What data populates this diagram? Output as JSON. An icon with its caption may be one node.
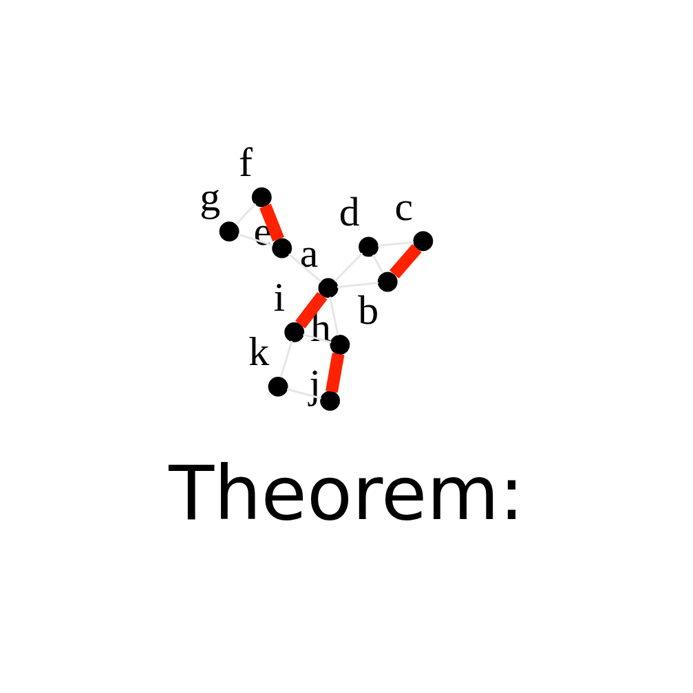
{
  "diagram": {
    "nodes": [
      {
        "text": [
          "a"
        ]
      },
      {
        "text": [
          "b"
        ]
      },
      {
        "text": [
          "c"
        ]
      },
      {
        "text": [
          "d"
        ]
      },
      {
        "text": [
          "e"
        ]
      },
      {
        "text": [
          "f"
        ]
      },
      {
        "text": [
          "g"
        ]
      },
      {
        "text": [
          "h"
        ]
      },
      {
        "text": [
          "i"
        ]
      },
      {
        "text": [
          "j"
        ]
      },
      {
        "text": [
          "k"
        ]
      }
    ],
    "edges": [
      {
        "from": 2,
        "to": 1,
        "arrow": "none",
        "style": "thick",
        "color": "#ff2200"
      },
      {
        "from": 2,
        "to": 3,
        "arrow": "none"
      },
      {
        "from": 3,
        "to": 1,
        "arrow": "none"
      },
      {
        "from": 3,
        "to": 0,
        "arrow": "none"
      },
      {
        "from": 1,
        "to": 0,
        "arrow": "none"
      },
      {
        "from": 4,
        "to": 5,
        "arrow": "none",
        "style": "thick",
        "color": "#ff2200"
      },
      {
        "from": 0,
        "to": 4,
        "arrow": "none"
      },
      {
        "from": 4,
        "to": 6,
        "arrow": "none"
      },
      {
        "from": 5,
        "to": 6,
        "arrow": "none"
      },
      {
        "from": 0,
        "to": 8,
        "arrow": "none",
        "style": "thick",
        "color": "#ff2200"
      },
      {
        "from": 0,
        "to": 7,
        "arrow": "none"
      },
      {
        "from": 10,
        "to": 8,
        "arrow": "none"
      },
      {
        "from": 8,
        "to": 7,
        "arrow": "none"
      },
      {
        "from": 10,
        "to": 9,
        "arrow": "none"
      },
      {
        "from": 7,
        "to": 9,
        "arrow": "none",
        "style": "thick",
        "color": "#ff2200"
      }
    ],
    "labels": [
      "Theorem:"
    ]
  }
}
